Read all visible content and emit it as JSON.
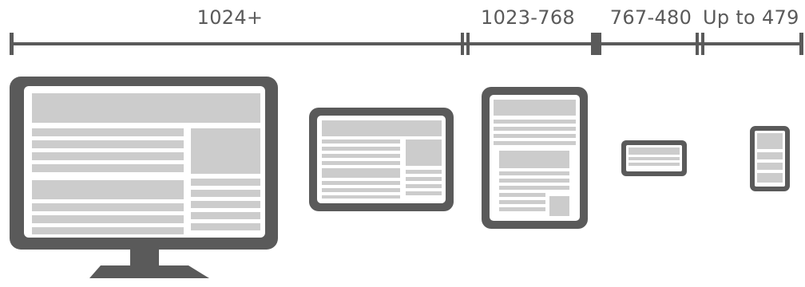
{
  "breakpoints": {
    "desktop": "1024+",
    "tablet_portrait": "1023-768",
    "phone_landscape": "767-480",
    "phone_portrait": "Up to 479"
  },
  "colors": {
    "device_frame": "#5a5a5a",
    "text": "#5a5a5a",
    "screen": "#ffffff",
    "content_block": "#cccccc",
    "content_line": "#d4d4d4"
  },
  "devices": [
    {
      "icon": "desktop-monitor-icon"
    },
    {
      "icon": "tablet-landscape-icon"
    },
    {
      "icon": "tablet-portrait-icon"
    },
    {
      "icon": "phone-landscape-icon"
    },
    {
      "icon": "phone-portrait-icon"
    }
  ]
}
